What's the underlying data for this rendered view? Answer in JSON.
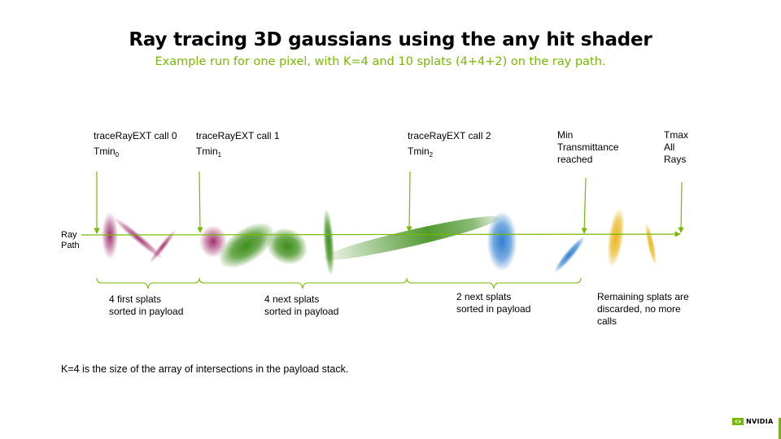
{
  "title": "Ray tracing 3D gaussians using the any hit shader",
  "subtitle": "Example run for one pixel, with K=4 and 10 splats (4+4+2) on the ray path.",
  "labels": {
    "call0_title": "traceRayEXT call 0",
    "call0_tmin": "Tmin",
    "call0_sub": "0",
    "call1_title": "traceRayEXT call 1",
    "call1_tmin": "Tmin",
    "call1_sub": "1",
    "call2_title": "traceRayEXT call 2",
    "call2_tmin": "Tmin",
    "call2_sub": "2",
    "min_trans": [
      "Min",
      "Transmittance",
      "reached"
    ],
    "tmax": [
      "Tmax",
      "All",
      "Rays"
    ],
    "ray_path": [
      "Ray",
      "Path"
    ]
  },
  "groups": [
    [
      "4 first splats",
      "sorted in payload"
    ],
    [
      "4 next splats",
      "sorted in payload"
    ],
    [
      "2 next splats",
      "sorted in payload"
    ],
    [
      "Remaining splats are",
      "discarded, no more",
      "calls"
    ]
  ],
  "footnote": "K=4 is the size of the array of intersections in the payload stack.",
  "logo_text": "NVIDIA",
  "colors": {
    "accent": "#76b900",
    "magenta": "#a0306a",
    "green": "#3e8e1a",
    "blue": "#2f7fd0",
    "yellow": "#e8b820"
  }
}
